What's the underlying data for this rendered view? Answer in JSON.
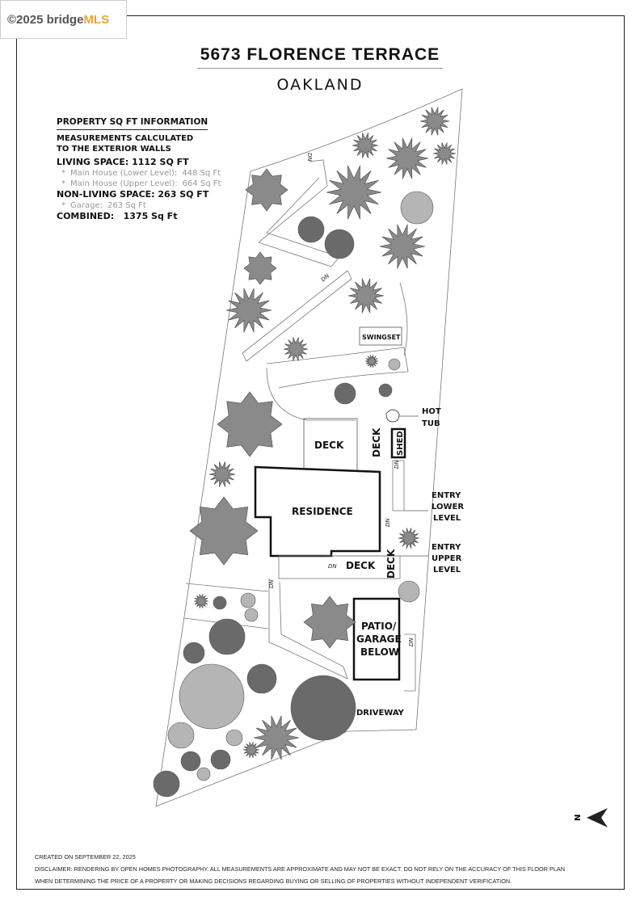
{
  "logo": {
    "copyright": "©2025 bridge",
    "brand": "MLS"
  },
  "header": {
    "title": "5673 FLORENCE TERRACE",
    "subtitle": "OAKLAND"
  },
  "info": {
    "heading": "PROPERTY SQ FT INFORMATION",
    "note_line1": "MEASUREMENTS CALCULATED",
    "note_line2": "TO THE EXTERIOR WALLS",
    "living": "LIVING SPACE: 1112 SQ FT",
    "living_items": [
      {
        "label": "Main House (Lower Level):",
        "value": "448 Sq Ft"
      },
      {
        "label": "Main House (Upper Level):",
        "value": "664 Sq Ft"
      }
    ],
    "nonliving": "NON-LIVING SPACE: 263 SQ FT",
    "nonliving_items": [
      {
        "label": "Garage:",
        "value": "263 Sq Ft"
      }
    ],
    "combined_label": "COMBINED:",
    "combined_value": "1375  Sq Ft"
  },
  "plan": {
    "labels": {
      "deck_top": "DECK",
      "deck_vertical": "DECK",
      "shed": "SHED",
      "hot_tub_1": "HOT",
      "hot_tub_2": "TUB",
      "residence": "RESIDENCE",
      "entry_lower_1": "ENTRY",
      "entry_lower_2": "LOWER",
      "entry_lower_3": "LEVEL",
      "entry_upper_1": "ENTRY",
      "entry_upper_2": "UPPER",
      "entry_upper_3": "LEVEL",
      "deck_lower": "DECK",
      "deck_lower_vertical": "DECK",
      "patio_1": "PATIO/",
      "patio_2": "GARAGE",
      "patio_3": "BELOW",
      "driveway": "DRIVEWAY",
      "swingset": "SWINGSET",
      "dn": "DN",
      "compass_n": "N"
    }
  },
  "footer": {
    "created": "CREATED ON SEPTEMBER 22, 2025",
    "disclaimer1": "DISCLAIMER: RENDERING BY OPEN HOMES PHOTOGRAPHY. ALL MEASUREMENTS ARE APPROXIMATE AND MAY NOT BE EXACT. DO NOT RELY ON THE ACCURACY OF THIS FLOOR PLAN",
    "disclaimer2": "WHEN DETERMINING THE PRICE OF A PROPERTY OR MAKING DECISIONS REGARDING BUYING OR SELLING OF PROPERTIES WITHOUT INDEPENDENT VERIFICATION."
  },
  "colors": {
    "tree_dark": "#6a6a6a",
    "tree_mid": "#8a8a8a",
    "tree_light": "#b5b5b5",
    "line": "#555555",
    "logo_accent": "#e8a53a"
  }
}
